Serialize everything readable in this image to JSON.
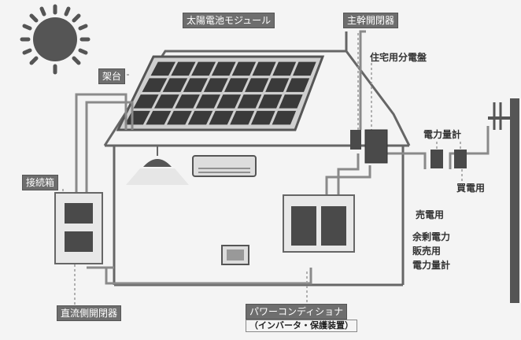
{
  "labels": {
    "solar_module": "太陽電池モジュール",
    "main_breaker": "主幹開閉器",
    "distribution_board": "住宅用分電盤",
    "frame": "架台",
    "junction_box": "接続箱",
    "meter": "電力量計",
    "purchase": "買電用",
    "sell": "売電用",
    "surplus_1": "余剰電力",
    "surplus_2": "販売用",
    "surplus_3": "電力量計",
    "dc_switch": "直流側開閉器",
    "power_conditioner": "パワーコンディショナ",
    "power_conditioner_sub": "（インバータ・保護装置）"
  },
  "colors": {
    "background": "#f4f4f4",
    "panel": "#3a3a3a",
    "label_box": "#6e6e6e",
    "device": "#4a4a4a",
    "wire": "#888888"
  },
  "icons": [
    "sun-icon",
    "ceiling-lamp-icon",
    "air-conditioner-icon",
    "utility-pole-icon"
  ]
}
